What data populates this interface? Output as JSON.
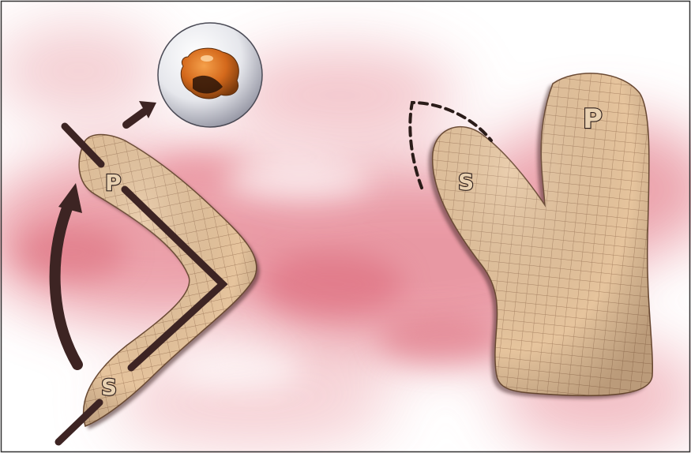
{
  "diagram": {
    "labels": {
      "left_p": "P",
      "left_s": "S",
      "right_s": "S",
      "right_p": "P"
    },
    "colors": {
      "background_white": "#ffffff",
      "background_red": "#e2828f",
      "organ_fill": "#e6c49d",
      "mesh_line": "#9c7455",
      "arrow_dark": "#3d2423",
      "sphere": "#dcdfe6",
      "blob": "#d4691c"
    }
  }
}
